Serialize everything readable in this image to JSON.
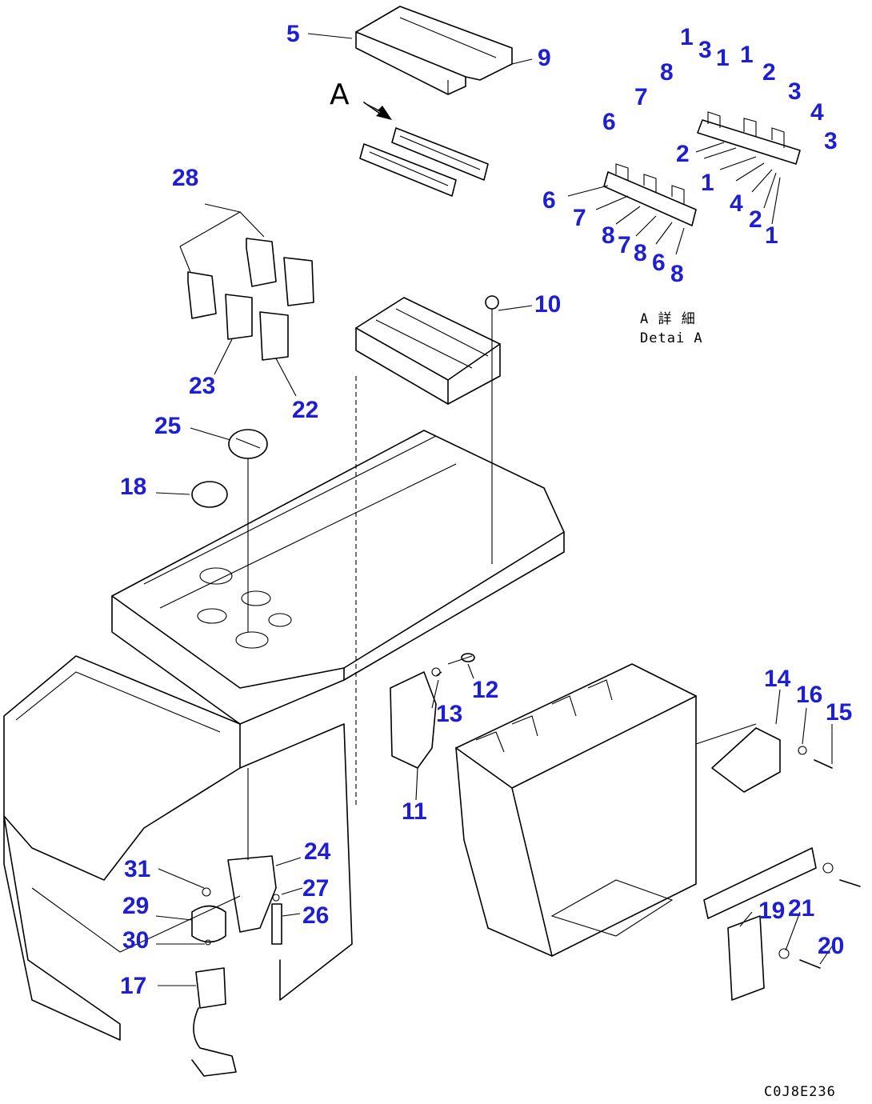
{
  "figure": {
    "view_marker": "A",
    "detail_caption_jp": "A 詳 細",
    "detail_caption_en": "Detai A",
    "drawing_code": "C0J8E236"
  },
  "callouts": {
    "c5": "5",
    "c9": "9",
    "c28": "28",
    "c23": "23",
    "c22": "22",
    "c25": "25",
    "c18": "18",
    "c10": "10",
    "c12": "12",
    "c13": "13",
    "c11": "11",
    "c14": "14",
    "c16": "16",
    "c15": "15",
    "c24": "24",
    "c27": "27",
    "c26": "26",
    "c31": "31",
    "c29": "29",
    "c30": "30",
    "c17": "17",
    "c19": "19",
    "c21": "21",
    "c20": "20"
  },
  "detail_callouts": {
    "d1": "1",
    "d2": "3",
    "d3": "1",
    "d4": "1",
    "d5": "8",
    "d6": "2",
    "d7": "7",
    "d8": "3",
    "d9": "6",
    "d10": "4",
    "d11": "2",
    "d12": "3",
    "d13": "6",
    "d14": "1",
    "d15": "7",
    "d16": "4",
    "d17": "8",
    "d18": "2",
    "d19": "7",
    "d20": "1",
    "d21": "8",
    "d22": "6",
    "d23": "8"
  }
}
